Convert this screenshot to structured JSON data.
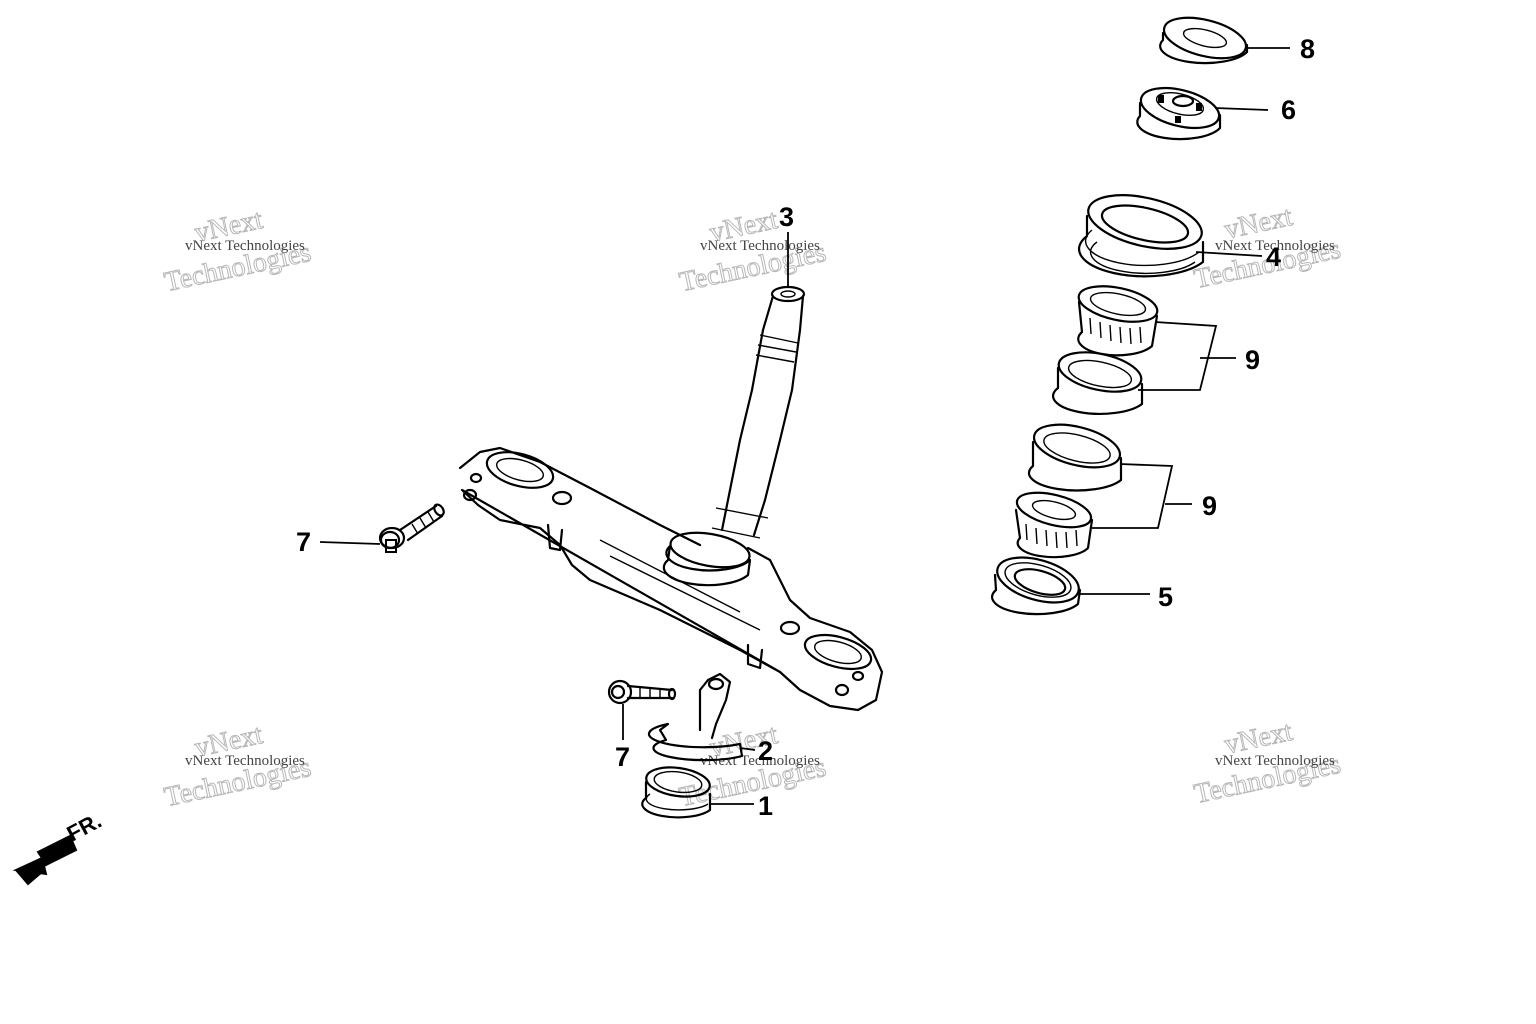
{
  "diagram": {
    "watermark": {
      "line1": "vNext",
      "line2": "Technologies",
      "small": "vNext Technologies"
    },
    "direction_label": "FR.",
    "callouts": [
      {
        "id": "8",
        "label": "8"
      },
      {
        "id": "6",
        "label": "6"
      },
      {
        "id": "3",
        "label": "3"
      },
      {
        "id": "4",
        "label": "4"
      },
      {
        "id": "9a",
        "label": "9"
      },
      {
        "id": "9b",
        "label": "9"
      },
      {
        "id": "7a",
        "label": "7"
      },
      {
        "id": "5",
        "label": "5"
      },
      {
        "id": "2",
        "label": "2"
      },
      {
        "id": "7b",
        "label": "7"
      },
      {
        "id": "1",
        "label": "1"
      }
    ]
  }
}
